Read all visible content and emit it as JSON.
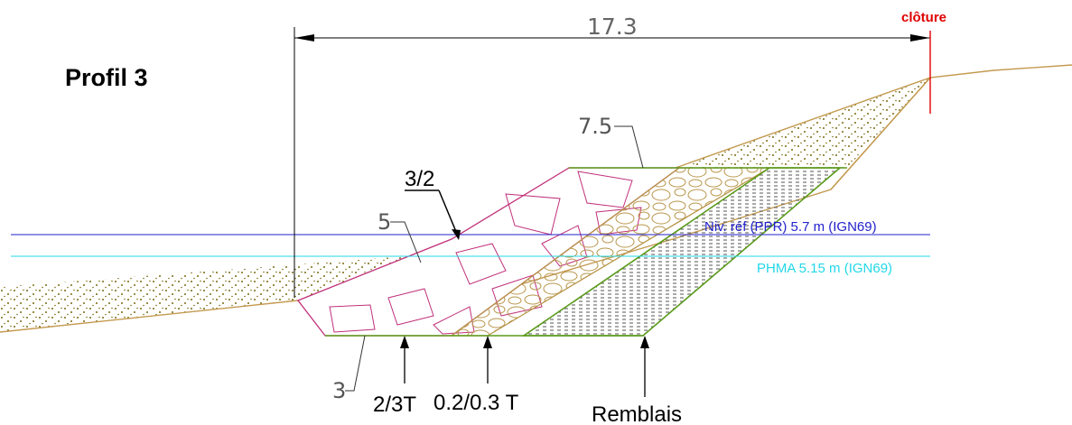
{
  "title": "Profil 3",
  "dimensions": {
    "width_total": "17.3",
    "crest_width": "7.5",
    "slope": "3/2",
    "height": "5",
    "toe": "3"
  },
  "fence_label": "clôture",
  "water_levels": [
    {
      "label": "Niv. réf (PPR) 5.7 m (IGN69)",
      "color": "#2222cc"
    },
    {
      "label": "PHMA 5.15 m (IGN69)",
      "color": "#22d8e8"
    }
  ],
  "layers": [
    {
      "label": "2/3T"
    },
    {
      "label": "0.2/0.3 T"
    },
    {
      "label": "Remblais"
    }
  ],
  "colors": {
    "rock": "#c0307a",
    "filter": "#b8964a",
    "green": "#5a9a1a",
    "terrain": "#c49a50",
    "fill_pattern": "#666666",
    "red": "#e00000"
  }
}
